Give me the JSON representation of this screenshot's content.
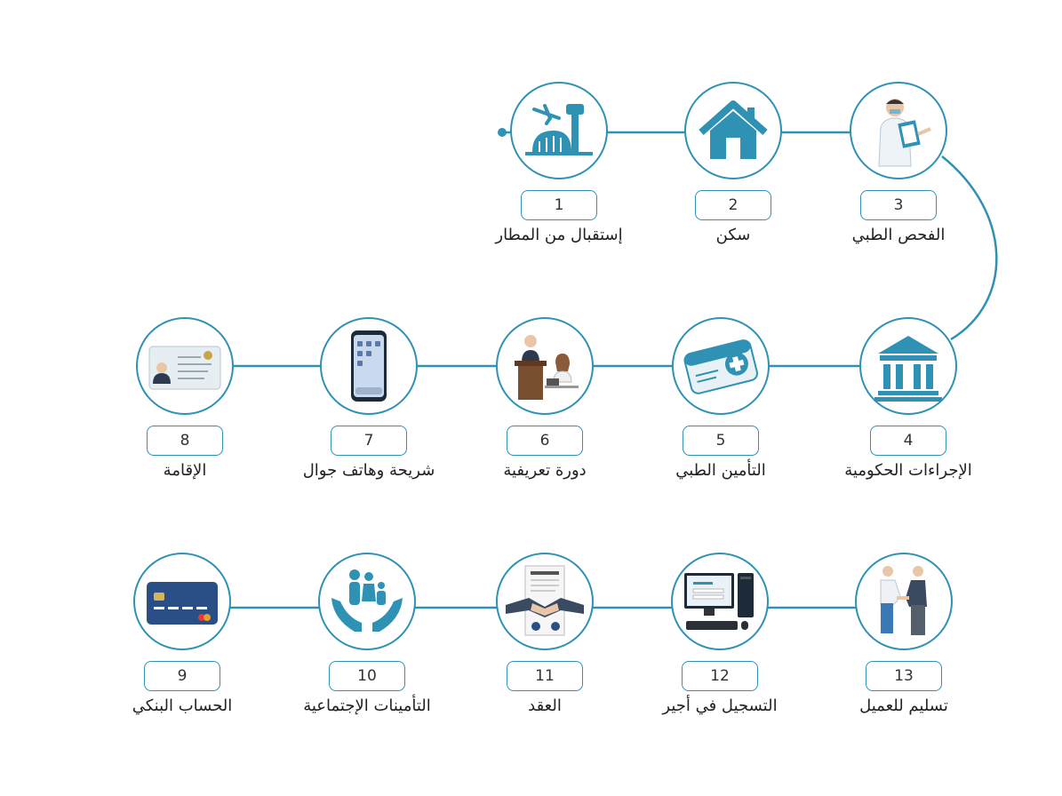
{
  "accent": "#2f91b3",
  "steps": [
    {
      "n": "1",
      "label": "إستقبال من المطار",
      "icon": "airport-icon"
    },
    {
      "n": "2",
      "label": "سكن",
      "icon": "house-icon"
    },
    {
      "n": "3",
      "label": "الفحص الطبي",
      "icon": "doctor-icon"
    },
    {
      "n": "4",
      "label": "الإجراءات الحكومية",
      "icon": "government-building-icon"
    },
    {
      "n": "5",
      "label": "التأمين الطبي",
      "icon": "medical-card-icon"
    },
    {
      "n": "6",
      "label": "دورة تعريفية",
      "icon": "presentation-icon"
    },
    {
      "n": "7",
      "label": "شريحة وهاتف جوال",
      "icon": "smartphone-icon"
    },
    {
      "n": "8",
      "label": "الإقامة",
      "icon": "id-card-icon"
    },
    {
      "n": "9",
      "label": "الحساب البنكي",
      "icon": "bank-card-icon"
    },
    {
      "n": "10",
      "label": "التأمينات الإجتماعية",
      "icon": "family-hands-icon"
    },
    {
      "n": "11",
      "label": "العقد",
      "icon": "contract-handshake-icon"
    },
    {
      "n": "12",
      "label": "التسجيل في أجير",
      "icon": "computer-icon"
    },
    {
      "n": "13",
      "label": "تسليم للعميل",
      "icon": "handshake-people-icon"
    }
  ]
}
